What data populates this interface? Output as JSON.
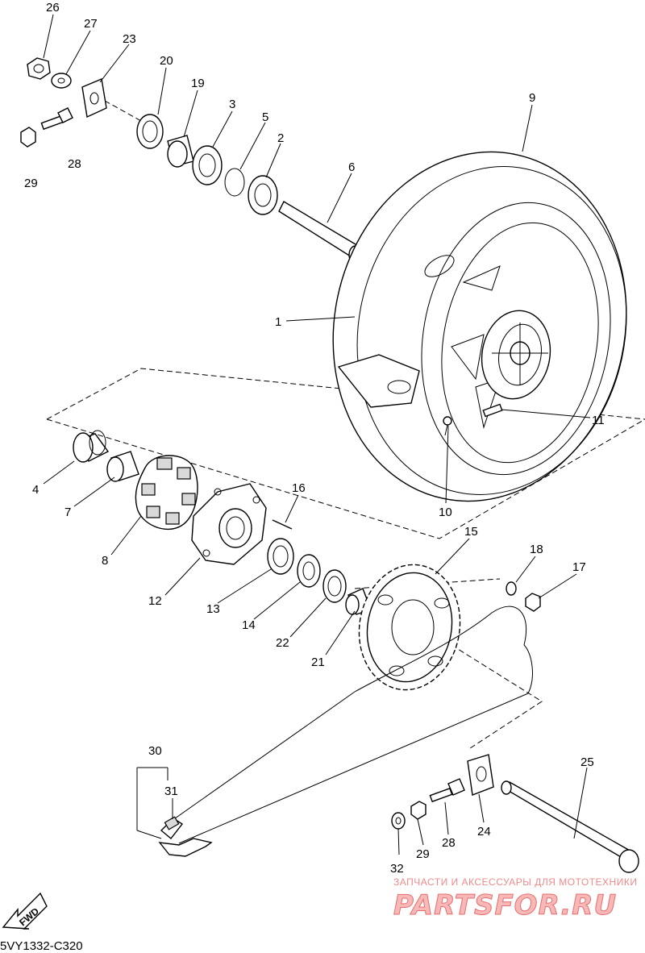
{
  "diagram": {
    "callouts": [
      "26",
      "27",
      "23",
      "20",
      "19",
      "3",
      "5",
      "2",
      "6",
      "9",
      "29",
      "28",
      "1",
      "11",
      "10",
      "16",
      "15",
      "18",
      "17",
      "4",
      "7",
      "8",
      "12",
      "13",
      "14",
      "22",
      "21",
      "30",
      "31",
      "25",
      "24",
      "28",
      "29",
      "32"
    ],
    "drawing_code": "5VY1332-C320",
    "fwd_label": "FWD"
  },
  "watermark": {
    "tagline": "ЗАПЧАСТИ И АКСЕССУАРЫ ДЛЯ МОТОТЕХНИКИ",
    "logo": "PARTSFOR.RU"
  }
}
